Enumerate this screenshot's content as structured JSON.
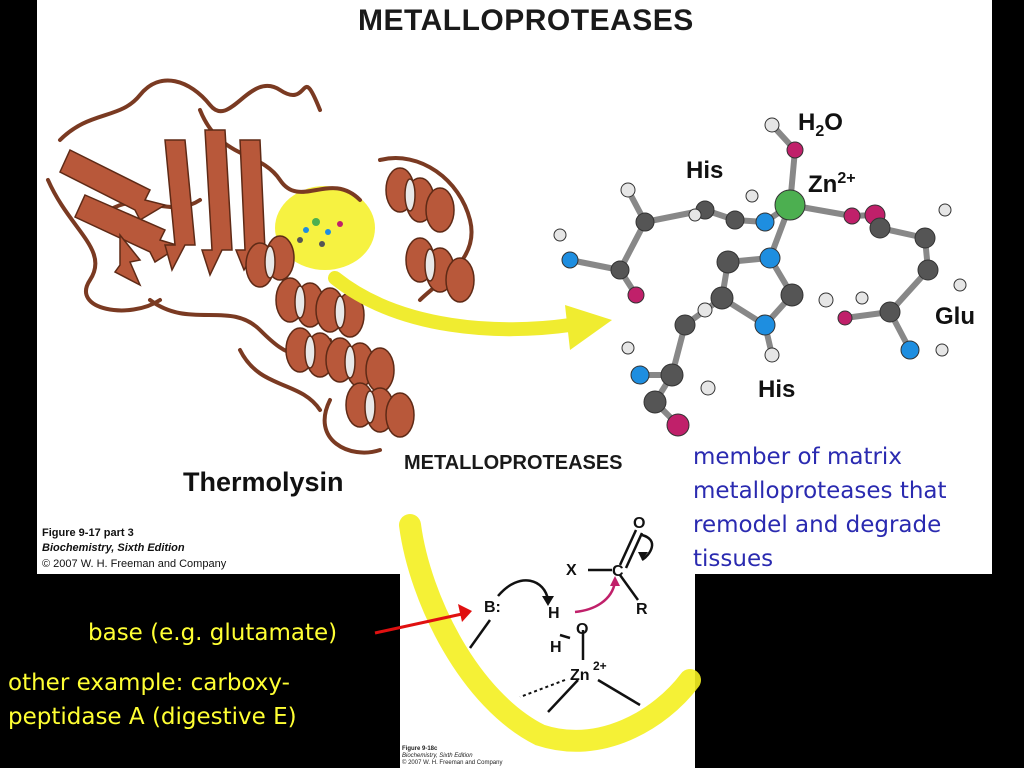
{
  "slide": {
    "title": "METALLOPROTEASES",
    "subtitle": "METALLOPROTEASES",
    "protein_name": "Thermolysin",
    "figure_caption": {
      "figure": "Figure 9-17 part 3",
      "book": "Biochemistry, Sixth Edition",
      "copyright": "© 2007 W. H. Freeman and Company"
    },
    "active_site_labels": {
      "water": "H2O",
      "zinc": "Zn2+",
      "his_top": "His",
      "glu": "Glu",
      "his_bottom": "His"
    },
    "note_blue": [
      "member of matrix",
      "metalloproteases that",
      "remodel and degrade",
      "tissues"
    ],
    "note_base": "base (e.g. glutamate)",
    "note_example": [
      "other example: carboxy-",
      "peptidase A (digestive E)"
    ],
    "mechanism_labels": {
      "base": "B:",
      "x": "X",
      "c": "C",
      "o_carbonyl": "O",
      "r": "R",
      "h_top": "H",
      "o_water": "O",
      "h_bottom": "H",
      "zn": "Zn",
      "zn_charge": "2+"
    },
    "mechanism_caption": {
      "figure": "Figure 9-18c",
      "book": "Biochemistry, Sixth Edition",
      "copyright": "© 2007 W. H. Freeman and Company"
    }
  },
  "colors": {
    "ribbon": "#b8583a",
    "helix_inner": "#e8e8e8",
    "highlight": "#f4f020",
    "zinc": "#4caf50",
    "nitrogen": "#1e8ee0",
    "oxygen": "#c0206a",
    "carbon": "#555555",
    "hydrogen": "#e6e6e6",
    "note_blue": "#2a2ab0",
    "note_yellow": "#ffff33",
    "pointer_red": "#e01010"
  }
}
